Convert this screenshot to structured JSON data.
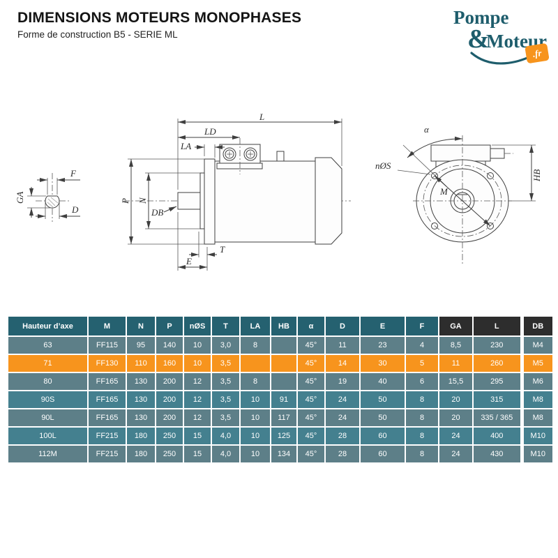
{
  "page": {
    "title": "DIMENSIONS MOTEURS MONOPHASES",
    "subtitle": "Forme de construction B5 - SERIE ML"
  },
  "logo": {
    "word1": "Pompe",
    "amp": "&",
    "word2": "Moteur",
    "tld": ".fr"
  },
  "colors": {
    "brand_teal": "#1e5d6c",
    "accent_orange": "#f7941d",
    "table_header_teal": "#256170",
    "row_slate": "#5d7f88",
    "row_teal": "#44808f",
    "dark_column": "#2d2d2d"
  },
  "diagrams": {
    "shaft_end_view": {
      "ga": "GA",
      "f": "F",
      "d": "D"
    },
    "side_view": {
      "l": "L",
      "ld": "LD",
      "la": "LA",
      "p": "P",
      "n": "N",
      "db": "DB",
      "t": "T",
      "e": "E"
    },
    "front_view": {
      "alpha": "α",
      "holes": "nØS",
      "m": "M",
      "hb": "HB"
    }
  },
  "table": {
    "columns": [
      "Hauteur d’axe",
      "M",
      "N",
      "P",
      "nØS",
      "T",
      "LA",
      "HB",
      "α",
      "D",
      "E",
      "F",
      "GA",
      "L",
      "DB"
    ],
    "rows": [
      [
        "63",
        "FF115",
        "95",
        "140",
        "10",
        "3,0",
        "8",
        "",
        "45°",
        "11",
        "23",
        "4",
        "8,5",
        "230",
        "M4"
      ],
      [
        "71",
        "FF130",
        "110",
        "160",
        "10",
        "3,5",
        "",
        "",
        "45°",
        "14",
        "30",
        "5",
        "11",
        "260",
        "M5"
      ],
      [
        "80",
        "FF165",
        "130",
        "200",
        "12",
        "3,5",
        "8",
        "",
        "45°",
        "19",
        "40",
        "6",
        "15,5",
        "295",
        "M6"
      ],
      [
        "90S",
        "FF165",
        "130",
        "200",
        "12",
        "3,5",
        "10",
        "91",
        "45°",
        "24",
        "50",
        "8",
        "20",
        "315",
        "M8"
      ],
      [
        "90L",
        "FF165",
        "130",
        "200",
        "12",
        "3,5",
        "10",
        "117",
        "45°",
        "24",
        "50",
        "8",
        "20",
        "335 / 365",
        "M8"
      ],
      [
        "100L",
        "FF215",
        "180",
        "250",
        "15",
        "4,0",
        "10",
        "125",
        "45°",
        "28",
        "60",
        "8",
        "24",
        "400",
        "M10"
      ],
      [
        "112M",
        "FF215",
        "180",
        "250",
        "15",
        "4,0",
        "10",
        "134",
        "45°",
        "28",
        "60",
        "8",
        "24",
        "430",
        "M10"
      ]
    ],
    "highlight_index": 1,
    "highlighted_row": "71"
  }
}
